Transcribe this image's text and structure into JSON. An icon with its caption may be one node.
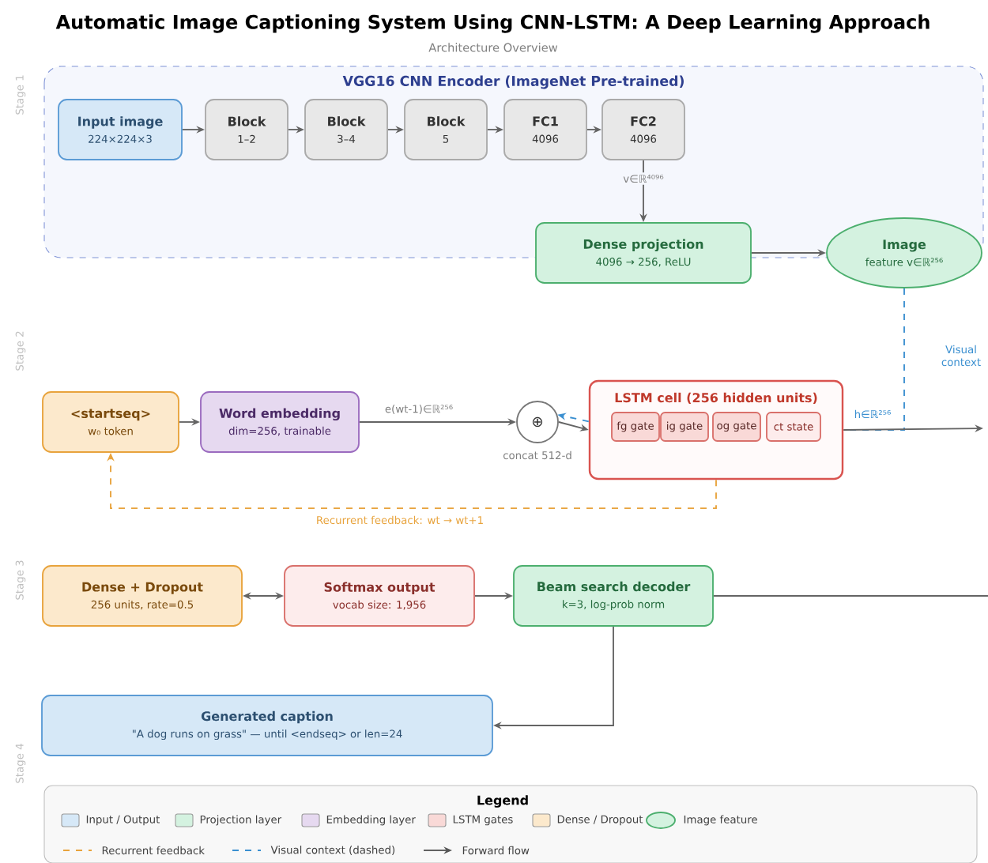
{
  "diagram": {
    "title": "Automatic Image Captioning System Using CNN-LSTM: A Deep Learning Approach",
    "nodes": [
      {
        "text": [
          "VGG16 CNN Encoder (ImageNet Pre-trained)"
        ]
      },
      {
        "text": [
          "Input image",
          "224×224×3"
        ],
        "in": 0
      },
      {
        "text": [
          "Block",
          "1–2"
        ],
        "in": 0
      },
      {
        "text": [
          "Block",
          "3–4"
        ],
        "in": 0
      },
      {
        "text": [
          "Block",
          "5"
        ],
        "in": 0
      },
      {
        "text": [
          "FC1",
          "4096"
        ],
        "in": 0
      },
      {
        "text": [
          "FC2",
          "4096"
        ],
        "in": 0
      },
      {
        "text": [
          "Dense projection",
          "4096 → 256, ReLU"
        ]
      },
      {
        "text": [
          "Image",
          "feature v∈ℝ²⁵⁶"
        ]
      },
      {
        "text": [
          "<startseq>",
          "w₀ token"
        ]
      },
      {
        "text": [
          "Word embedding",
          "dim=256, trainable"
        ]
      },
      {
        "text": [
          "⊕"
        ],
        "beside": [
          "concat 512-d"
        ]
      },
      {
        "text": [
          "LSTM cell (256 hidden units)"
        ]
      },
      {
        "text": [
          "fg gate"
        ],
        "in": 12
      },
      {
        "text": [
          "ig gate"
        ],
        "in": 12
      },
      {
        "text": [
          "og gate"
        ],
        "in": 12
      },
      {
        "text": [
          "ct state"
        ],
        "in": 12
      },
      {
        "text": [
          "Dense + Dropout",
          "256 units, rate=0.5"
        ]
      },
      {
        "text": [
          "Softmax output",
          "vocab size: 1,956"
        ]
      },
      {
        "text": [
          "Beam search decoder",
          "k=3, log-prob norm"
        ]
      },
      {
        "text": [
          "Generated caption",
          "\"A dog runs on grass\" — until <endseq> or len=24"
        ]
      }
    ],
    "edges": [
      {
        "from": 1,
        "to": 2,
        "arrow": "to"
      },
      {
        "from": 2,
        "to": 3,
        "arrow": "to"
      },
      {
        "from": 3,
        "to": 4,
        "arrow": "to"
      },
      {
        "from": 4,
        "to": 5,
        "arrow": "to"
      },
      {
        "from": 5,
        "to": 6,
        "arrow": "to"
      },
      {
        "from": 6,
        "to": 7,
        "arrow": "to",
        "label": "v∈ℝ⁴⁰⁹⁶"
      },
      {
        "from": 7,
        "to": 8,
        "arrow": "to"
      },
      {
        "from": 8,
        "to": 12,
        "arrow": "none",
        "style": "dashed",
        "color": "#3a8fd0",
        "label": "Visual context"
      },
      {
        "from": 9,
        "to": 10,
        "arrow": "to"
      },
      {
        "from": 10,
        "to": 11,
        "arrow": "to",
        "label": "e(wt-1)∈ℝ²⁵⁶"
      },
      {
        "from": 11,
        "to": 12,
        "arrow": "to"
      },
      {
        "from": 12,
        "to": 11,
        "arrow": "to",
        "style": "dashed",
        "color": "#3a8fd0"
      },
      {
        "from": 12,
        "to": null,
        "arrow": "to"
      },
      {
        "from": 12,
        "to": 9,
        "arrow": "to",
        "style": "dashed",
        "color": "#e8a33c",
        "label": "Recurrent feedback: wt → wt+1"
      },
      {
        "from": 17,
        "to": 18,
        "arrow": "both"
      },
      {
        "from": 18,
        "to": 19,
        "arrow": "to"
      },
      {
        "from": 19,
        "to": null,
        "arrow": "none"
      },
      {
        "from": 19,
        "to": 20,
        "arrow": "to"
      }
    ],
    "labels": [
      "Architecture Overview",
      "Stage 1",
      "Stage 2",
      "Stage 3",
      "Stage 4",
      "h∈ℝ²⁵⁶",
      "Legend"
    ],
    "legend": [
      {
        "text": "Input / Output",
        "color": "#d6e8f7"
      },
      {
        "text": "Projection layer",
        "color": "#d4f2e0"
      },
      {
        "text": "Embedding layer",
        "color": "#e6d9f0"
      },
      {
        "text": "LSTM gates",
        "color": "#f9d9d7"
      },
      {
        "text": "Dense / Dropout",
        "color": "#fce9cc"
      },
      {
        "text": "Image feature"
      },
      {
        "text": "Recurrent feedback"
      },
      {
        "text": "Visual context (dashed)"
      },
      {
        "text": "Forward flow"
      }
    ]
  }
}
